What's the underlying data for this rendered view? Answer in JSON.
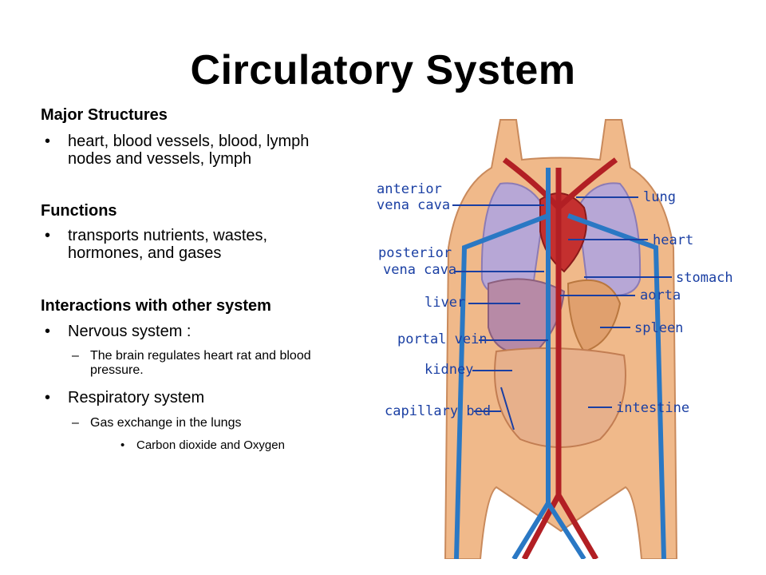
{
  "title": "Circulatory System",
  "sections": {
    "structures": {
      "heading": "Major Structures",
      "bullet": "heart, blood vessels, blood, lymph nodes and vessels, lymph"
    },
    "functions": {
      "heading": "Functions",
      "bullet": "transports nutrients, wastes, hormones, and gases"
    },
    "interactions": {
      "heading": "Interactions with other system",
      "nervous": {
        "label": "Nervous system :",
        "detail": "The brain regulates heart rat and blood pressure."
      },
      "respiratory": {
        "label": "Respiratory system",
        "detail": "Gas exchange in the lungs",
        "sub": "Carbon dioxide and Oxygen"
      }
    }
  },
  "figure": {
    "labels_left": [
      "anterior",
      "vena cava",
      "posterior",
      "vena cava",
      "liver",
      "portal vein",
      "kidney",
      "capillary bed"
    ],
    "labels_right": [
      "lung",
      "heart",
      "stomach",
      "aorta",
      "spleen",
      "intestine"
    ]
  },
  "colors": {
    "label_blue": "#1a3fa3",
    "artery_red": "#b21f24",
    "vein_blue": "#2a78c4",
    "skin": "#f0b98a"
  }
}
